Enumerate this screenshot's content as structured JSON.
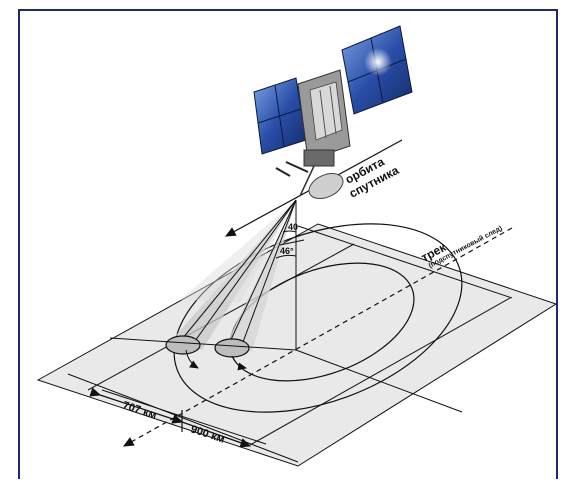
{
  "labels": {
    "orbit_line1": "орбита",
    "orbit_line2": "спутника",
    "track_main": "трек",
    "track_sub": "(подспутниковый след)",
    "angle_40": "40",
    "angle_46": "46°",
    "dist_707": "707 км",
    "dist_900": "900 км"
  },
  "colors": {
    "frame": "#1e2a78",
    "plane_fill": "#e9e9e9",
    "beam": "#cfcfcf",
    "line": "#111111"
  }
}
